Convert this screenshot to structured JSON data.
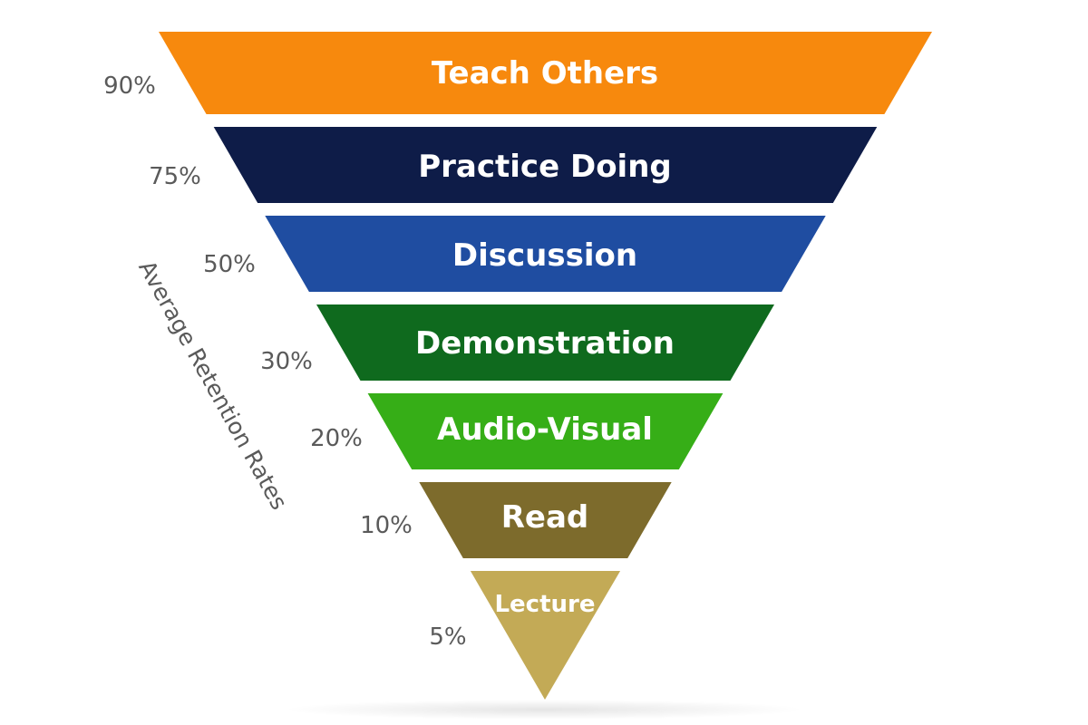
{
  "levels": [
    {
      "label": "Teach Others",
      "percent": "90%",
      "color": "#f7890d"
    },
    {
      "label": "Practice Doing",
      "percent": "75%",
      "color": "#0e1c48"
    },
    {
      "label": "Discussion",
      "percent": "50%",
      "color": "#1f4da1"
    },
    {
      "label": "Demonstration",
      "percent": "30%",
      "color": "#0f6a1e"
    },
    {
      "label": "Audio-Visual",
      "percent": "20%",
      "color": "#36ae17"
    },
    {
      "label": "Read",
      "percent": "10%",
      "color": "#7d6b2c"
    },
    {
      "label": "Lecture",
      "percent": "5%",
      "color": "#c3aa56"
    }
  ],
  "axis_title": "Average Retention Rates"
}
